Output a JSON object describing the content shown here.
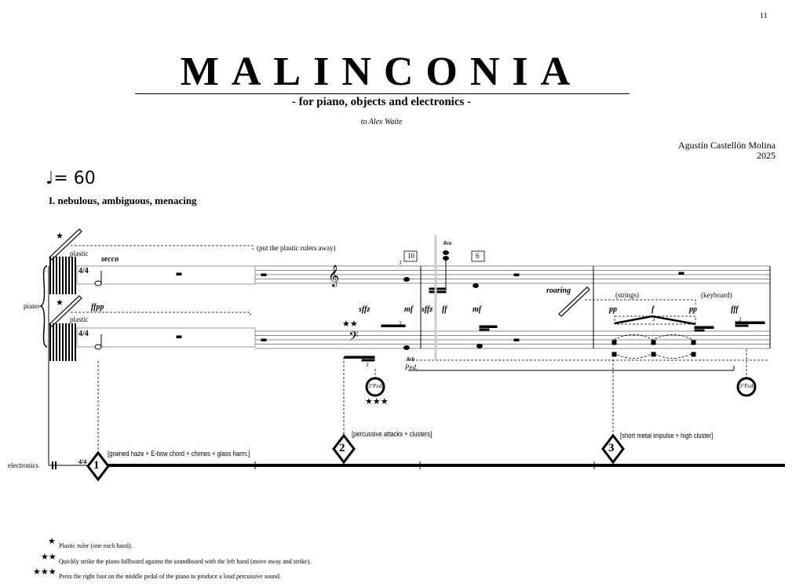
{
  "page_number": "11",
  "header": {
    "title": "MALINCONIA",
    "subtitle": "- for piano, objects and electronics -",
    "dedication": "to Alex Waite",
    "composer": "Agustín Castellón Molina",
    "year": "2025",
    "tempo": "♩= 60",
    "section": "I. nebulous, ambiguous, menacing"
  },
  "score": {
    "instrument_piano": "piano",
    "instrument_electronics": "electronics",
    "time_signature": "4/4",
    "annotations": {
      "plastic_upper": "plastic",
      "plastic_lower": "plastic",
      "secco": "secco",
      "ffpp": "ffpp",
      "put_away": "(put the plastic rulers away)",
      "sffz1": "sffz",
      "mf1": "mf",
      "sffz2": "sffz",
      "ff": "ff",
      "mf2": "mf",
      "roaring": "roaring",
      "strings": "(strings)",
      "keyboard": "(keyboard)",
      "pp1": "pp",
      "f": "f",
      "pp2": "pp",
      "fff": "fff",
      "box10": "10",
      "box6": "6",
      "ottava_alta": "8va",
      "ottava_bassa": "8vb",
      "ped": "Ped.",
      "ped3": "3°Ped.",
      "tuplet": "3",
      "star1": "★",
      "star2": "★★",
      "star3": "★★★"
    },
    "cues": [
      {
        "number": "1",
        "label": "[grained haze + E-bow chord + chimes + glass harm.]"
      },
      {
        "number": "2",
        "label": "[percussive attacks + clusters]"
      },
      {
        "number": "3",
        "label": "[short metal impulse + high cluster]"
      }
    ]
  },
  "footnotes": [
    {
      "mark": "★",
      "text": "Plastic ruler (one each hand)."
    },
    {
      "mark": "★★",
      "text": "Quickly strike the piano fallboard against the soundboard with the left hand (move away and strike)."
    },
    {
      "mark": "★★★",
      "text": "Press the right foot on the middle pedal of the piano to produce a loud percussive sound."
    }
  ]
}
